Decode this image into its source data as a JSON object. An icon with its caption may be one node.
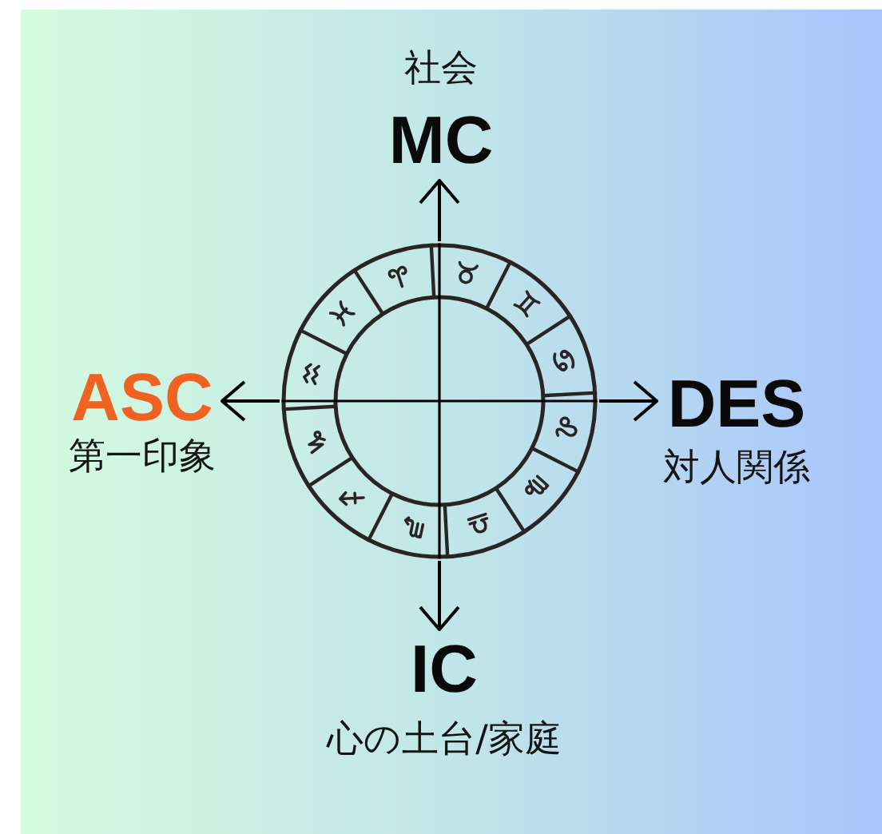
{
  "diagram": {
    "nodes": [
      {
        "text": [
          "社会",
          "MC"
        ]
      },
      {
        "text": [
          "ASC",
          "第一印象"
        ]
      },
      {
        "text": [],
        "shape": "circle"
      },
      {
        "text": [
          "DES",
          "対人関係"
        ]
      },
      {
        "text": [
          "IC",
          "心の土台/家庭"
        ]
      }
    ],
    "edges": [
      {
        "from": 2,
        "to": 0,
        "arrow": "to"
      },
      {
        "from": 2,
        "to": 1,
        "arrow": "to"
      },
      {
        "from": 2,
        "to": 3,
        "arrow": "to"
      },
      {
        "from": 2,
        "to": 4,
        "arrow": "to"
      }
    ]
  }
}
